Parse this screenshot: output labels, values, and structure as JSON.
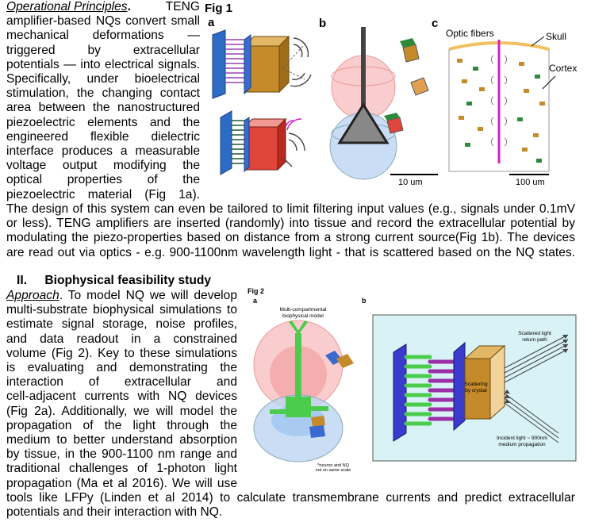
{
  "section1": {
    "heading_italic": "Operational Principles",
    "lead_word": "TENG",
    "wrapped_lines": [
      "amplifier-based NQs convert small",
      "mechanical deformations —",
      "triggered by extracellular",
      "potentials — into electrical signals.",
      "Specifically, under bioelectrical",
      "stimulation, the changing contact",
      "area between the nanostructured",
      "piezoelectric elements and the",
      "engineered flexible dielectric",
      "interface produces a measurable",
      "voltage output modifying the",
      "optical properties of the",
      "piezoelectric material (Fig 1a)."
    ],
    "full_lines": [
      "The design of this system can even be tailored to limit filtering input values (e.g., signals under 0.1mV",
      "or less). TENG amplifiers are inserted (randomly) into tissue and record the extracellular potential by",
      "modulating the piezo-properties based on distance from a strong current source(Fig 1b). The devices",
      "are read out via optics - e.g. 900-1100nm wavelength light - that is scattered based on the NQ states."
    ]
  },
  "section2": {
    "number": "II.",
    "title": "Biophysical feasibility study",
    "approach_label": "Approach",
    "wrapped_lines": [
      ". To model NQ we will develop",
      "multi-substrate biophysical simulations to",
      "estimate signal storage, noise profiles,",
      "and data readout in a constrained",
      "volume (Fig 2). Key to these simulations",
      "is evaluating and demonstrating the",
      "interaction of extracellular and",
      "cell-adjacent currents with NQ devices",
      "(Fig 2a). Additionally, we will model the",
      "propagation of the light through the",
      "medium to better understand absorption",
      "by tissue, in the 900-1100 nm range and",
      "traditional challenges of 1-photon light",
      "propagation (Ma et al 2016). We will use"
    ],
    "full_lines": [
      "tools like LFPy (Linden et al 2014) to calculate transmembrane currents and predict extracellular",
      "potentials and their interaction with NQ."
    ]
  },
  "fig1": {
    "title": "Fig 1",
    "panel_a": "a",
    "panel_b": "b",
    "panel_c": "c",
    "scale_b": "10 um",
    "scale_c": "100 um",
    "label_optic": "Optic fibers",
    "label_skull": "Skull",
    "label_cortex": "Cortex"
  },
  "fig2": {
    "title": "Fig 2",
    "panel_a": "a",
    "panel_b": "b",
    "model_line1": "Multi-compartmental",
    "model_line2": "biophysical model",
    "note_line1": "*neuron and NQ",
    "note_line2": "not on same scale",
    "scatter_line1": "Scattering",
    "scatter_line2": "by crystal",
    "return_line1": "Scattered light",
    "return_line2": "return path",
    "incident_line1": "Incident light ~ 900nm",
    "incident_line2": "medium propagation"
  },
  "colors": {
    "bronze": "#c58a2a",
    "red_crystal": "#e0453a",
    "pink_field": "#f6b8b8",
    "blue_field": "#bcd6f2",
    "green_neuron": "#4ccc4c",
    "magenta_fiber": "#d21fc8",
    "panel_bg": "#d8f2f6"
  }
}
